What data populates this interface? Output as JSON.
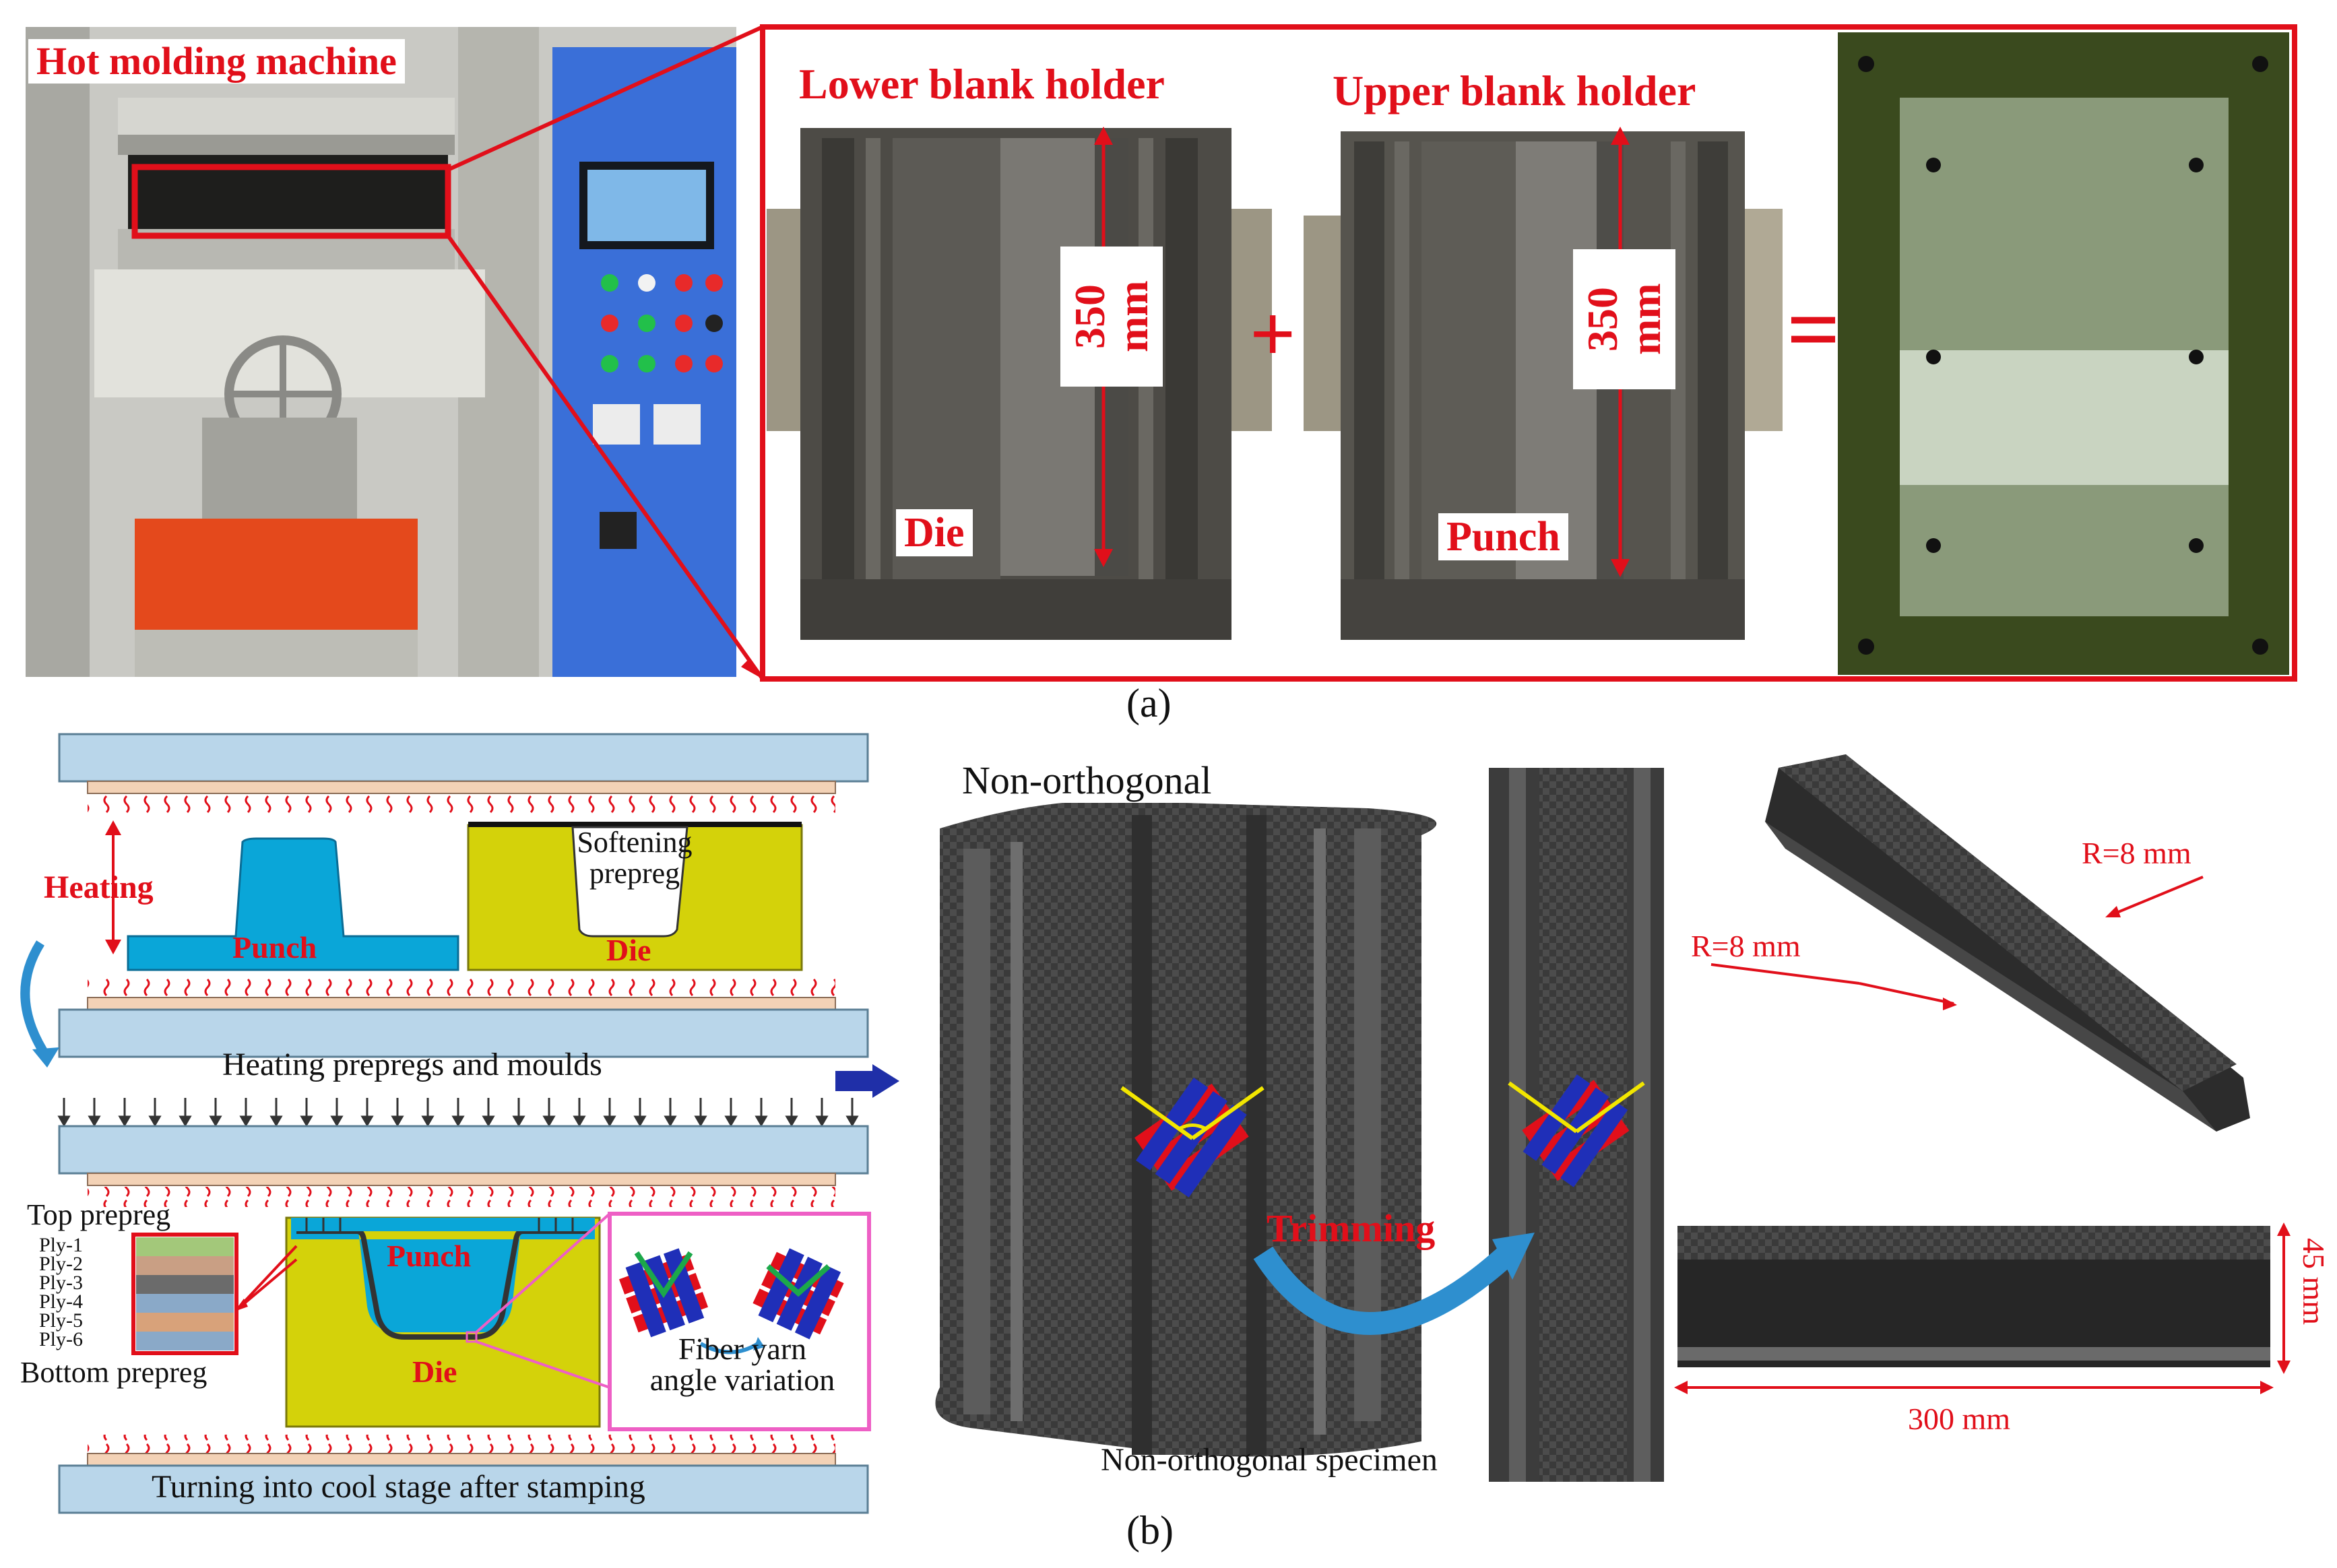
{
  "panel_a": {
    "label": "(a)",
    "machine_label": "Hot molding machine",
    "lower_holder_label": "Lower blank holder",
    "upper_holder_label": "Upper blank holder",
    "lower_dimension": "350 mm",
    "upper_dimension": "350 mm",
    "die_label": "Die",
    "punch_label": "Punch",
    "plus_symbol": "+",
    "equals_symbol": "="
  },
  "panel_b": {
    "label": "(b)",
    "heating_label": "Heating",
    "softening_label_line1": "Softening",
    "softening_label_line2": "prepreg",
    "punch_label_top": "Punch",
    "die_label_top": "Die",
    "heating_caption": "Heating prepregs and moulds",
    "top_prepreg": "Top prepreg",
    "bottom_prepreg": "Bottom prepreg",
    "plies": [
      "Ply-1",
      "Ply-2",
      "Ply-3",
      "Ply-4",
      "Ply-5",
      "Ply-6"
    ],
    "punch_label_bottom": "Punch",
    "die_label_bottom": "Die",
    "fiber_caption_line1": "Fiber yarn",
    "fiber_caption_line2": "angle variation",
    "cool_caption": "Turning into cool stage after stamping",
    "non_orthogonal_label": "Non-orthogonal",
    "trimming_label": "Trimming",
    "specimen_caption": "Non-orthogonal specimen",
    "radius_label_1": "R=8 mm",
    "radius_label_2": "R=8 mm",
    "height_dimension": "45 mm",
    "length_dimension": "300 mm"
  },
  "colors": {
    "accent_red": "#e10f1a",
    "plate_blue": "#b9d6ea",
    "punch_cyan": "#0aa6d8",
    "die_yellow": "#d4d20a",
    "machine_blue": "#3a6fd8",
    "frame_magenta": "#ee5fc5"
  }
}
